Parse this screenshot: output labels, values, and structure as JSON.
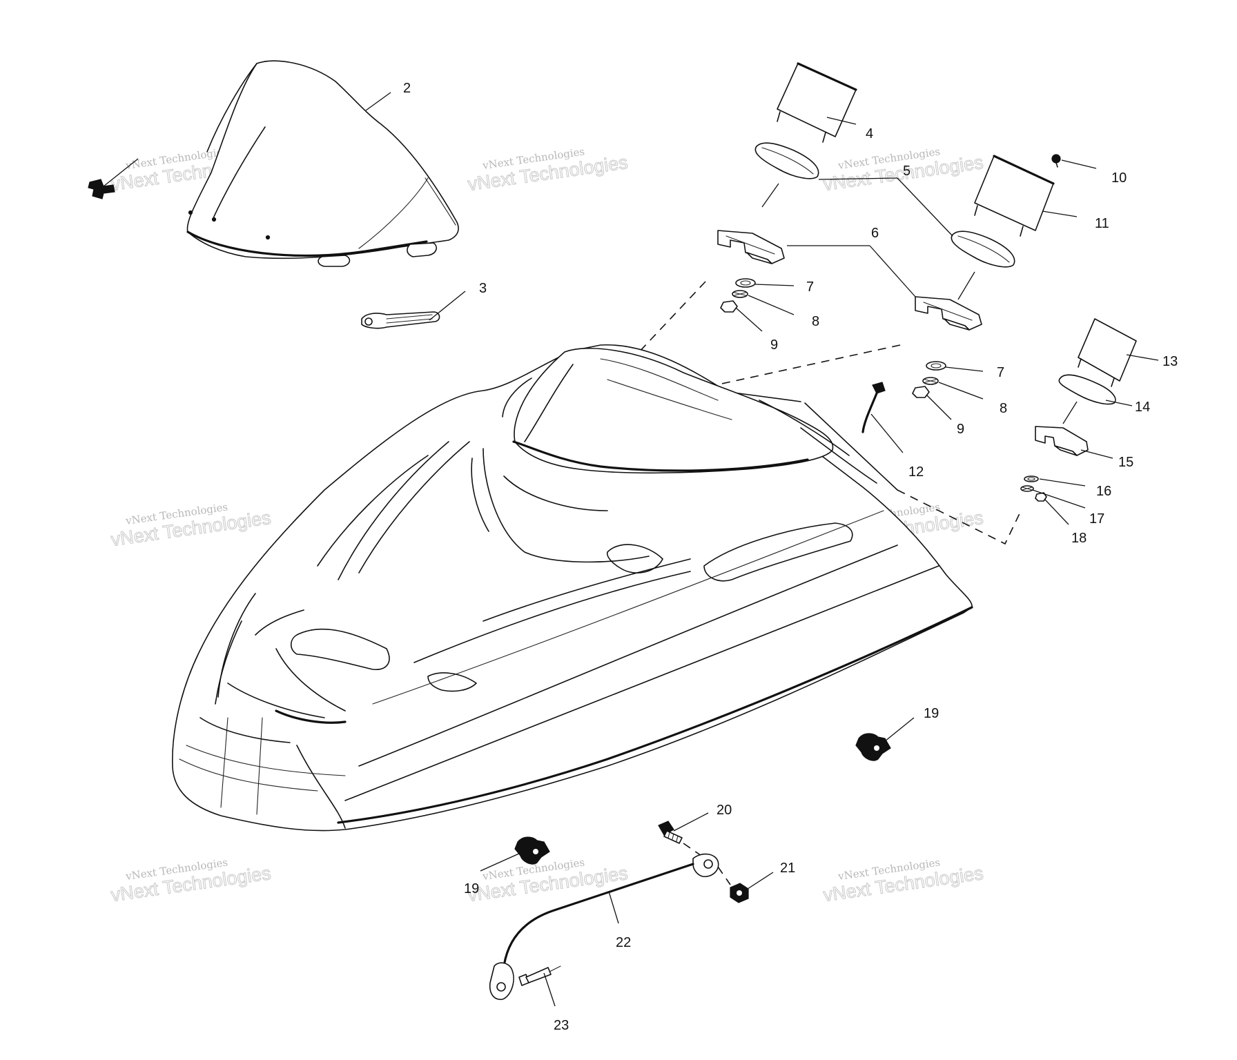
{
  "watermark": {
    "line1": "vNext Technologies",
    "line2": "vNext Technologies"
  },
  "callouts": [
    {
      "id": "callout-2",
      "label": "2"
    },
    {
      "id": "callout-3",
      "label": "3"
    },
    {
      "id": "callout-4",
      "label": "4"
    },
    {
      "id": "callout-5",
      "label": "5"
    },
    {
      "id": "callout-6",
      "label": "6"
    },
    {
      "id": "callout-7a",
      "label": "7"
    },
    {
      "id": "callout-8a",
      "label": "8"
    },
    {
      "id": "callout-9a",
      "label": "9"
    },
    {
      "id": "callout-10",
      "label": "10"
    },
    {
      "id": "callout-11",
      "label": "11"
    },
    {
      "id": "callout-7b",
      "label": "7"
    },
    {
      "id": "callout-8b",
      "label": "8"
    },
    {
      "id": "callout-9b",
      "label": "9"
    },
    {
      "id": "callout-12",
      "label": "12"
    },
    {
      "id": "callout-13",
      "label": "13"
    },
    {
      "id": "callout-14",
      "label": "14"
    },
    {
      "id": "callout-15",
      "label": "15"
    },
    {
      "id": "callout-16",
      "label": "16"
    },
    {
      "id": "callout-17",
      "label": "17"
    },
    {
      "id": "callout-18",
      "label": "18"
    },
    {
      "id": "callout-19a",
      "label": "19"
    },
    {
      "id": "callout-19b",
      "label": "19"
    },
    {
      "id": "callout-20",
      "label": "20"
    },
    {
      "id": "callout-21",
      "label": "21"
    },
    {
      "id": "callout-22",
      "label": "22"
    },
    {
      "id": "callout-23",
      "label": "23"
    }
  ]
}
